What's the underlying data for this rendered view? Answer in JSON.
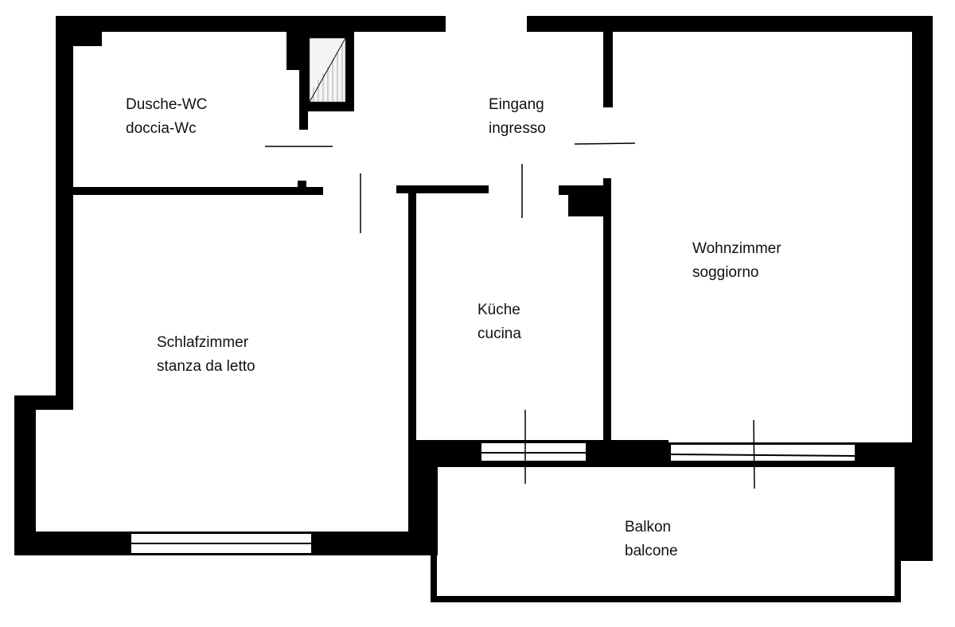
{
  "rooms": {
    "bathroom": {
      "de": "Dusche-WC",
      "it": "doccia-Wc"
    },
    "entrance": {
      "de": "Eingang",
      "it": "ingresso"
    },
    "living": {
      "de": "Wohnzimmer",
      "it": "soggiorno"
    },
    "kitchen": {
      "de": "Küche",
      "it": "cucina"
    },
    "bedroom": {
      "de": "Schlafzimmer",
      "it": "stanza da letto"
    },
    "balcony": {
      "de": "Balkon",
      "it": "balcone"
    }
  },
  "colors": {
    "wall": "#000000",
    "background": "#ffffff"
  }
}
